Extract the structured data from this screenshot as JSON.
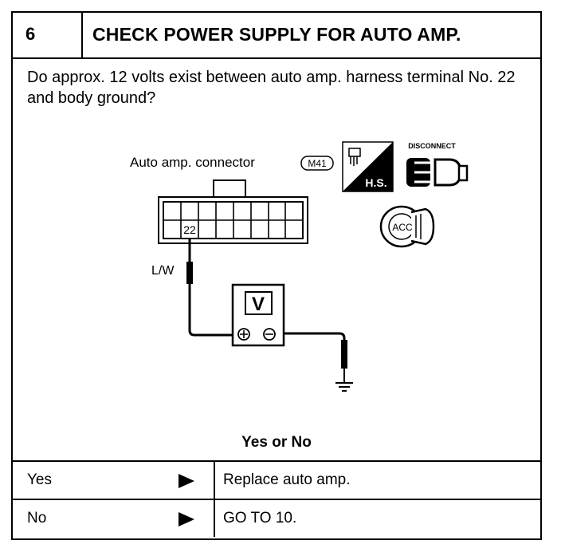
{
  "step": {
    "number": "6",
    "title": "CHECK POWER SUPPLY FOR AUTO AMP."
  },
  "question": "Do approx. 12 volts exist between auto amp. harness terminal No. 22 and body ground?",
  "diagram": {
    "connector_label": "Auto amp. connector",
    "connector_id": "M41",
    "terminal": "22",
    "wire_color": "L/W",
    "meter_symbol": "V",
    "hs_label": "H.S.",
    "disconnect_label": "DISCONNECT",
    "ignition_label": "ACC",
    "icons": [
      "harness-side-icon",
      "disconnect-icon",
      "ignition-key-acc-icon",
      "ground-icon"
    ]
  },
  "prompt": "Yes or No",
  "results": [
    {
      "answer": "Yes",
      "action": "Replace auto amp."
    },
    {
      "answer": "No",
      "action": "GO TO 10."
    }
  ]
}
